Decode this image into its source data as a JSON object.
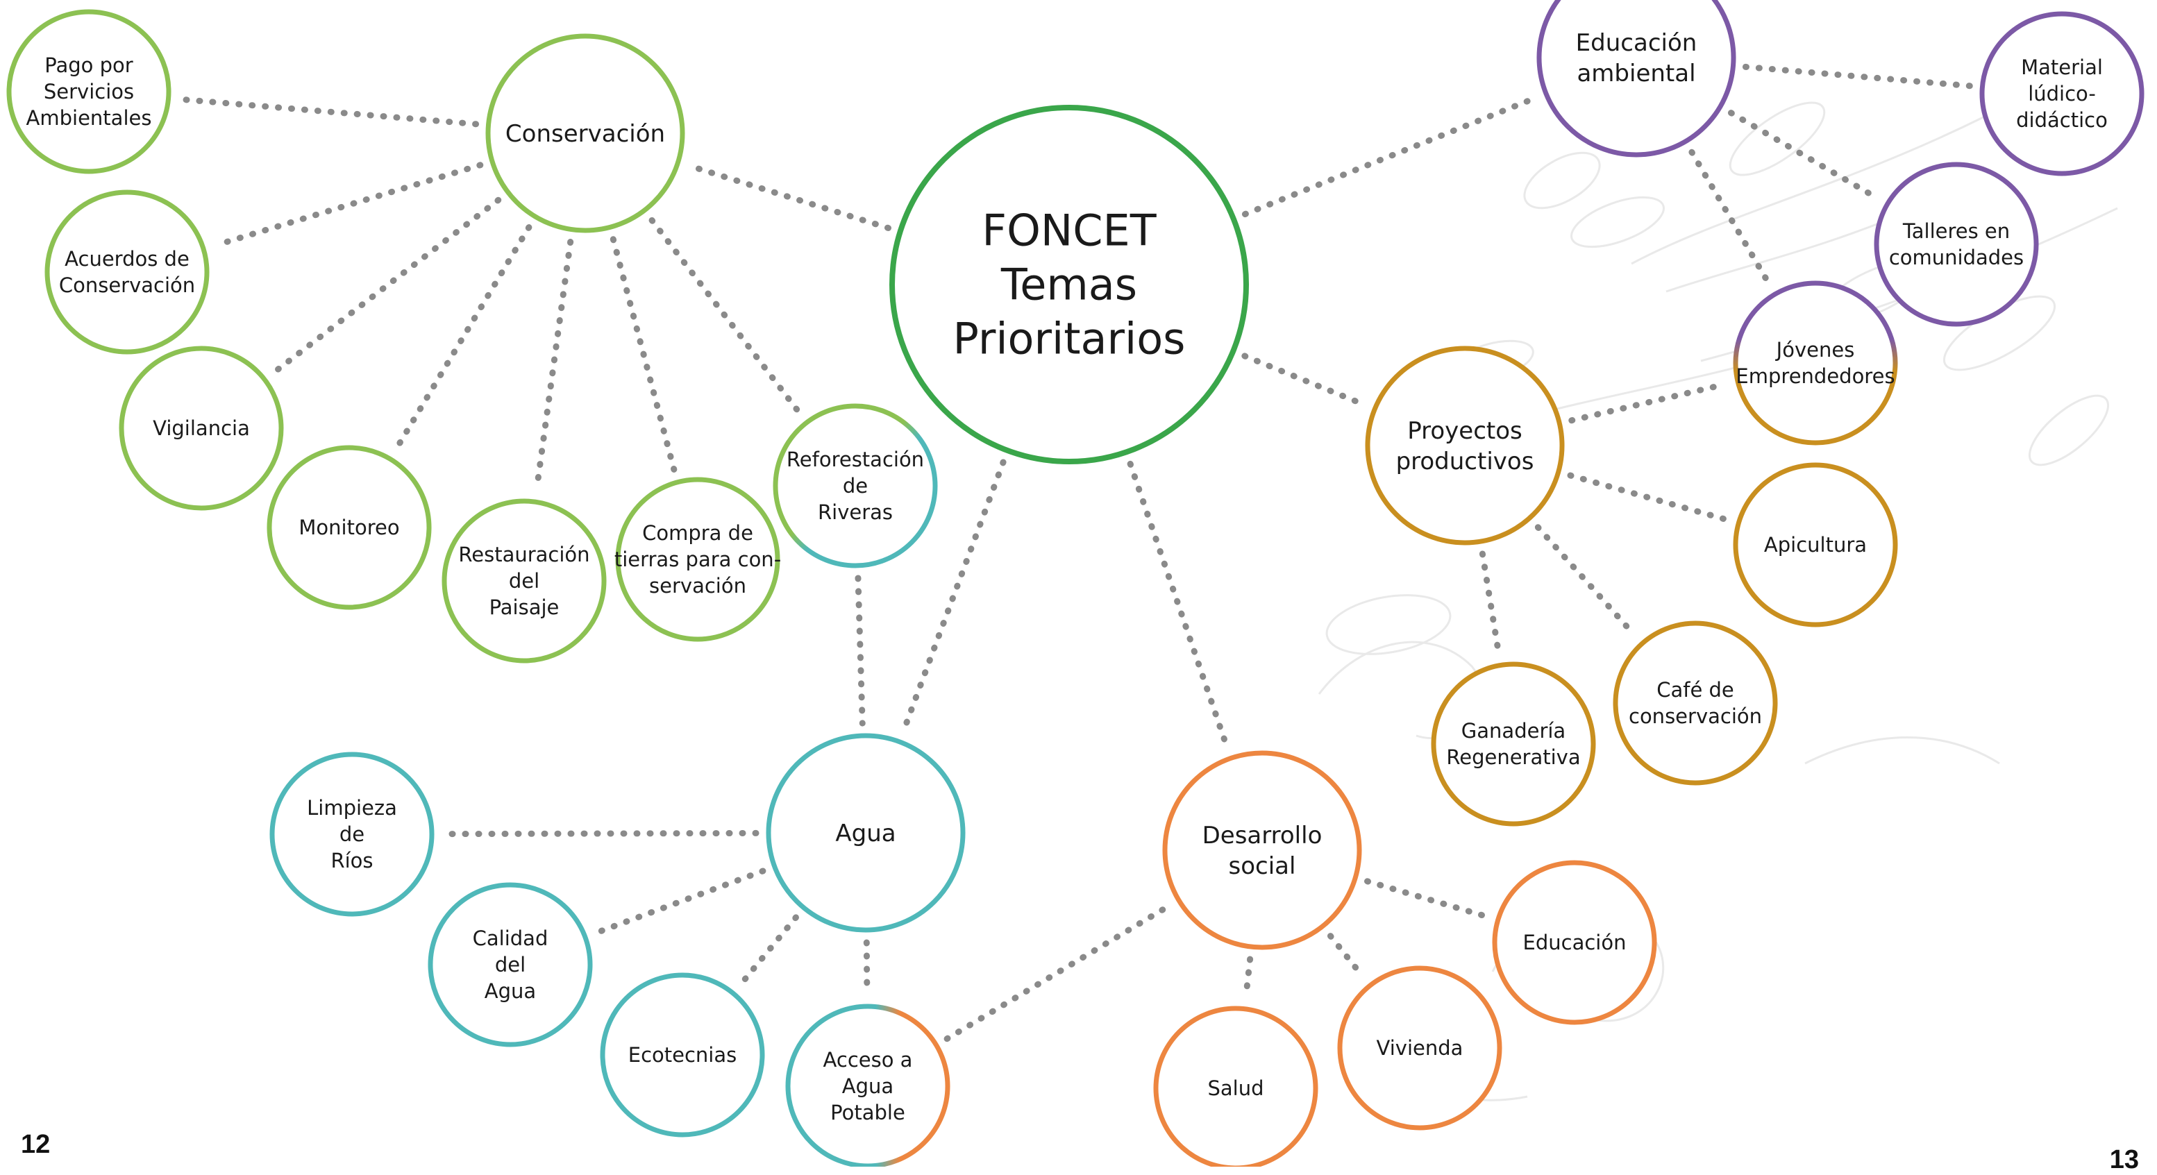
{
  "colors": {
    "conservacion": "#8cc152",
    "agua": "#4fb8b9",
    "desarrollo": "#ed8640",
    "productivos": "#c98f1f",
    "educacion_amb": "#7c59a6",
    "center": "#3aa64a",
    "edge": "#8a8a8a"
  },
  "pages": {
    "left": "12",
    "right": "13"
  },
  "center": {
    "lines": [
      "FONCET",
      "Temas",
      "Prioritarios"
    ]
  },
  "hubs": {
    "conservacion": {
      "lines": [
        "Conservación"
      ]
    },
    "agua": {
      "lines": [
        "Agua"
      ]
    },
    "desarrollo": {
      "lines": [
        "Desarrollo",
        "social"
      ]
    },
    "productivos": {
      "lines": [
        "Proyectos",
        "productivos"
      ]
    },
    "educacion_amb": {
      "lines": [
        "Educación",
        "ambiental"
      ]
    }
  },
  "leaves": {
    "pago": {
      "lines": [
        "Pago por",
        "Servicios",
        "Ambientales"
      ]
    },
    "acuerdos": {
      "lines": [
        "Acuerdos de",
        "Conservación"
      ]
    },
    "vigilancia": {
      "lines": [
        "Vigilancia"
      ]
    },
    "monitoreo": {
      "lines": [
        "Monitoreo"
      ]
    },
    "restauracion": {
      "lines": [
        "Restauración",
        "del",
        "Paisaje"
      ]
    },
    "compra": {
      "lines": [
        "Compra de",
        "tierras para con-",
        "servación"
      ]
    },
    "reforestacion": {
      "lines": [
        "Reforestación",
        "de",
        "Riveras"
      ]
    },
    "limpieza": {
      "lines": [
        "Limpieza",
        "de",
        "Ríos"
      ]
    },
    "calidad": {
      "lines": [
        "Calidad",
        "del",
        "Agua"
      ]
    },
    "ecotecnias": {
      "lines": [
        "Ecotecnias"
      ]
    },
    "acceso": {
      "lines": [
        "Acceso a",
        "Agua",
        "Potable"
      ]
    },
    "salud": {
      "lines": [
        "Salud"
      ]
    },
    "vivienda": {
      "lines": [
        "Vivienda"
      ]
    },
    "educacion": {
      "lines": [
        "Educación"
      ]
    },
    "ganaderia": {
      "lines": [
        "Ganadería",
        "Regenerativa"
      ]
    },
    "cafe": {
      "lines": [
        "Café de",
        "conservación"
      ]
    },
    "apicultura": {
      "lines": [
        "Apicultura"
      ]
    },
    "jovenes": {
      "lines": [
        "Jóvenes",
        "Emprendedores"
      ]
    },
    "talleres": {
      "lines": [
        "Talleres en",
        "comunidades"
      ]
    },
    "material": {
      "lines": [
        "Material",
        "lúdico-",
        "didáctico"
      ]
    }
  }
}
